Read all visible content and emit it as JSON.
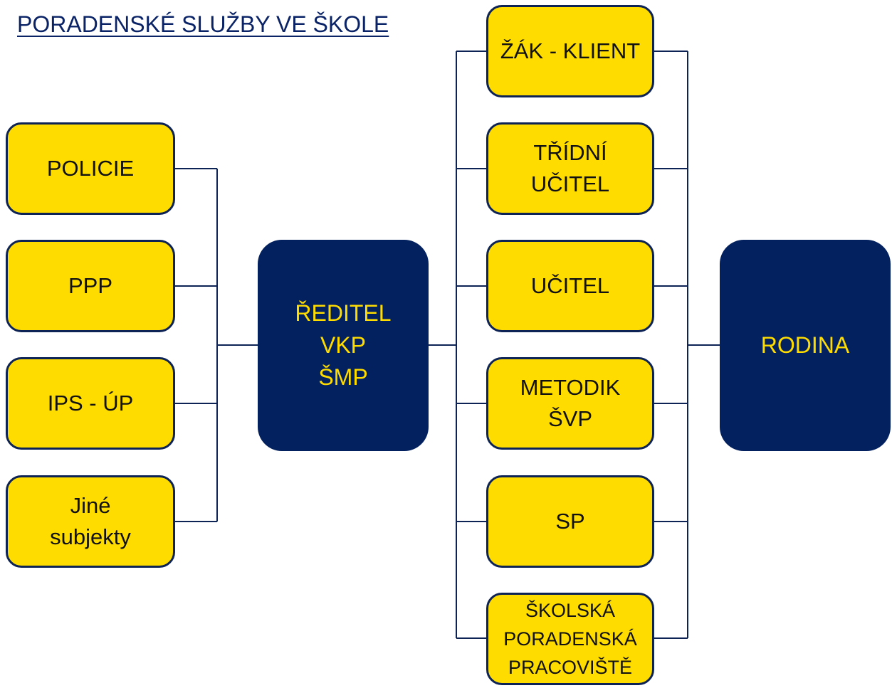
{
  "title": "PORADENSKÉ SLUŽBY VE ŠKOLE",
  "colors": {
    "box_fill": "#ffdc00",
    "hub_fill": "#03205f",
    "hub_text": "#ffdc00",
    "line": "#0d2356"
  },
  "left_boxes": [
    {
      "lines": [
        "POLICIE"
      ]
    },
    {
      "lines": [
        "PPP"
      ]
    },
    {
      "lines": [
        "IPS - ÚP"
      ]
    },
    {
      "lines": [
        "Jiné",
        "subjekty"
      ]
    }
  ],
  "center_hub": {
    "lines": [
      "ŘEDITEL",
      "VKP",
      "ŠMP"
    ]
  },
  "right_boxes": [
    {
      "lines": [
        "ŽÁK - KLIENT"
      ]
    },
    {
      "lines": [
        "TŘÍDNÍ",
        "UČITEL"
      ]
    },
    {
      "lines": [
        "UČITEL"
      ]
    },
    {
      "lines": [
        "METODIK",
        "ŠVP"
      ]
    },
    {
      "lines": [
        "SP"
      ]
    },
    {
      "lines": [
        "ŠKOLSKÁ",
        "PORADENSKÁ",
        "PRACOVIŠTĚ"
      ]
    }
  ],
  "family_hub": {
    "lines": [
      "RODINA"
    ]
  }
}
